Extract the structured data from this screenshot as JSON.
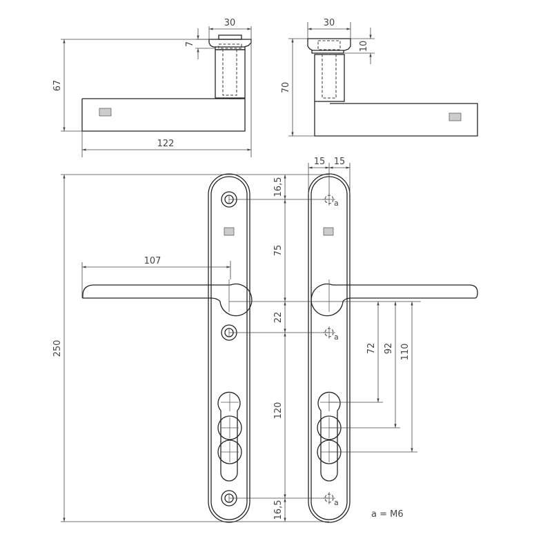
{
  "drawing": {
    "title": "Door handle set with cylinder escutcheon plates - dimensional drawing",
    "line_color": "#222222",
    "background": "#ffffff"
  },
  "top_left_view": {
    "width_rose": "30",
    "rose_height": "7",
    "total_height": "67",
    "lever_length": "122"
  },
  "top_right_view": {
    "width_rose": "30",
    "rose_height": "10",
    "total_height": "70"
  },
  "plates_view": {
    "half_width_left": "15",
    "half_width_right": "15",
    "top_screw_offset": "16,5",
    "screw_to_handle": "75",
    "handle_to_screw": "22",
    "screw_to_bottom_screw": "120",
    "bottom_screw_offset": "16,5",
    "total_height": "250",
    "lever_length": "107",
    "cylinder_distance_1": "72",
    "cylinder_distance_2": "92",
    "cylinder_distance_3": "110",
    "thread_label": "a",
    "note": "a = M6"
  }
}
